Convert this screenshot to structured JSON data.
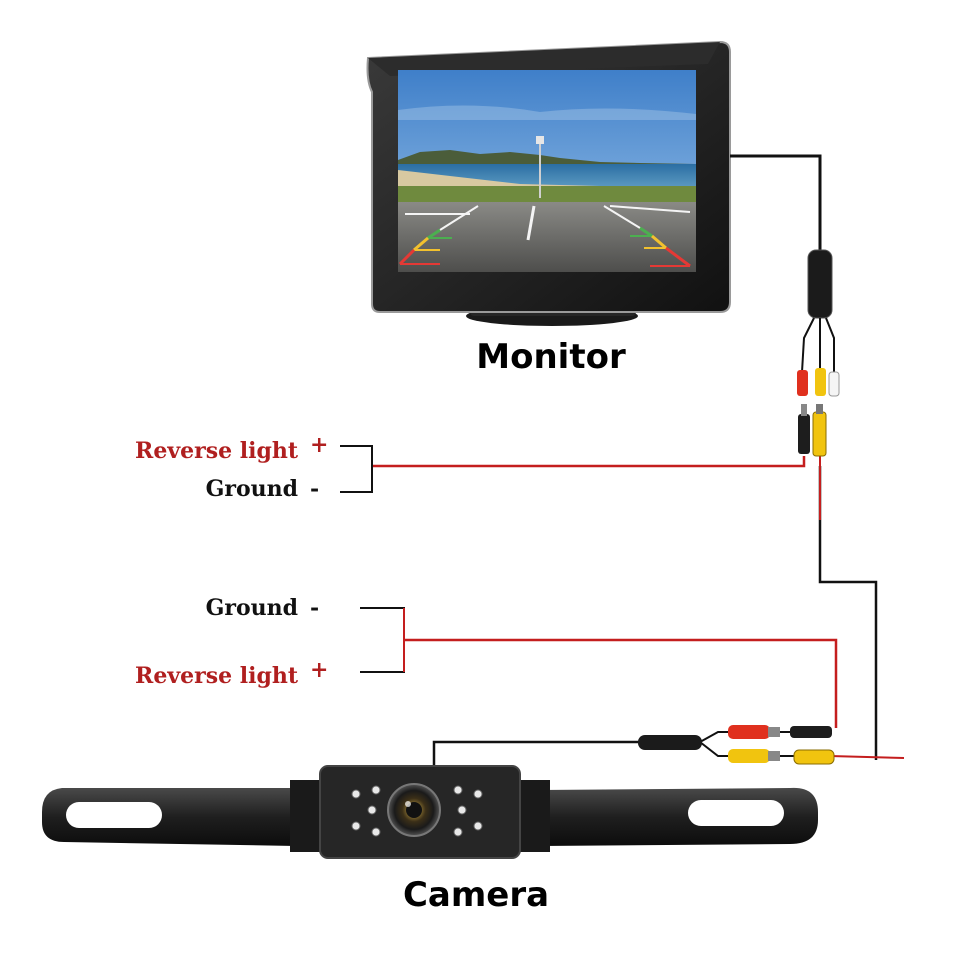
{
  "titles": {
    "monitor": "Monitor",
    "camera": "Camera"
  },
  "labels": {
    "upper_reverse": "Reverse light",
    "upper_reverse_sign": "+",
    "upper_ground": "Ground",
    "upper_ground_sign": "-",
    "lower_ground": "Ground",
    "lower_ground_sign": "-",
    "lower_reverse": "Reverse light",
    "lower_reverse_sign": "+"
  },
  "colors": {
    "reverse_text": "#b01f1f",
    "ground_text": "#111111",
    "red_wire": "#c41e1e",
    "black_wire": "#111111",
    "rca_yellow": "#f1c40f",
    "rca_red": "#e0301e",
    "rca_white": "#f5f5f5"
  },
  "icons": {
    "monitor": "monitor-screen-icon",
    "camera": "license-plate-camera-icon"
  }
}
